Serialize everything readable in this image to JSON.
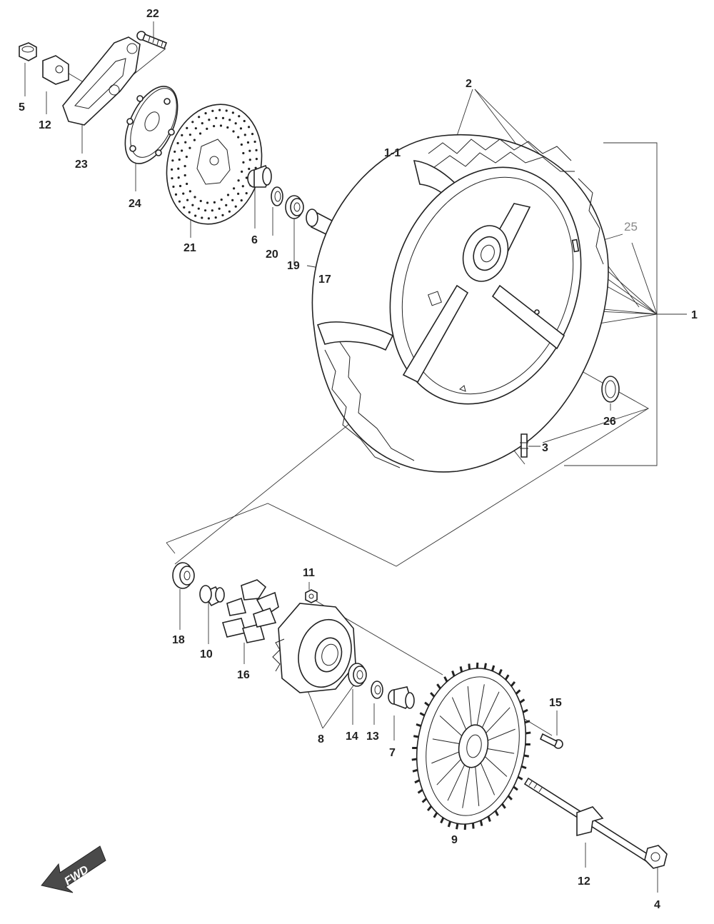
{
  "parts": [
    {
      "id": "p1",
      "label": "1"
    },
    {
      "id": "p1-1",
      "label": "1-1"
    },
    {
      "id": "p2",
      "label": "2"
    },
    {
      "id": "p3",
      "label": "3"
    },
    {
      "id": "p4",
      "label": "4"
    },
    {
      "id": "p5",
      "label": "5"
    },
    {
      "id": "p6",
      "label": "6"
    },
    {
      "id": "p7",
      "label": "7"
    },
    {
      "id": "p8",
      "label": "8"
    },
    {
      "id": "p9",
      "label": "9"
    },
    {
      "id": "p10",
      "label": "10"
    },
    {
      "id": "p11",
      "label": "11"
    },
    {
      "id": "p12a",
      "label": "12"
    },
    {
      "id": "p12b",
      "label": "12"
    },
    {
      "id": "p13",
      "label": "13"
    },
    {
      "id": "p14",
      "label": "14"
    },
    {
      "id": "p15",
      "label": "15"
    },
    {
      "id": "p16",
      "label": "16"
    },
    {
      "id": "p17",
      "label": "17"
    },
    {
      "id": "p18",
      "label": "18"
    },
    {
      "id": "p19",
      "label": "19"
    },
    {
      "id": "p20",
      "label": "20"
    },
    {
      "id": "p21",
      "label": "21"
    },
    {
      "id": "p22",
      "label": "22"
    },
    {
      "id": "p23",
      "label": "23"
    },
    {
      "id": "p24",
      "label": "24"
    },
    {
      "id": "p25",
      "label": "25"
    },
    {
      "id": "p26",
      "label": "26"
    }
  ],
  "direction_badge": {
    "text": "FWD"
  }
}
